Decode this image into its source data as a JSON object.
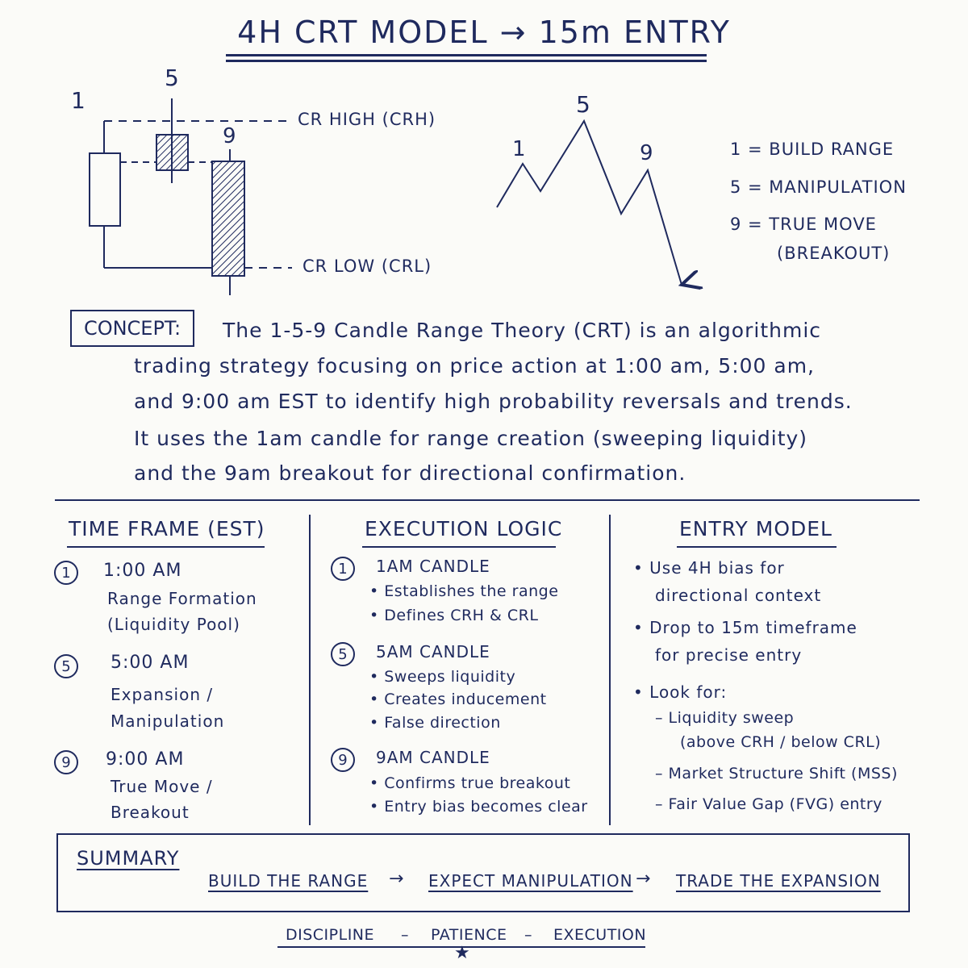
{
  "title": "4H CRT MODEL → 15m ENTRY",
  "candle_chart": {
    "numbers": [
      "1",
      "5",
      "9"
    ],
    "crh_label": "CR HIGH (CRH)",
    "crl_label": "CR LOW (CRL)"
  },
  "zigzag": {
    "labels": [
      "1",
      "5",
      "9"
    ]
  },
  "legend": [
    {
      "line1": "1 = BUILD RANGE"
    },
    {
      "line1": "5 = MANIPULATION"
    },
    {
      "line1": "9 = TRUE MOVE",
      "line2": "(BREAKOUT)"
    }
  ],
  "concept": {
    "label": "CONCEPT:",
    "lines": [
      "The 1-5-9 Candle Range Theory (CRT) is an algorithmic",
      "trading strategy focusing on price action at 1:00 am, 5:00 am,",
      "and 9:00 am EST to identify high probability reversals and trends.",
      "It uses the 1am candle for range creation (sweeping liquidity)",
      "and the 9am breakout for directional confirmation."
    ]
  },
  "time_frame": {
    "heading": "TIME FRAME (EST)",
    "items": [
      {
        "num": "1",
        "time": "1:00 AM",
        "desc1": "Range Formation",
        "desc2": "(Liquidity Pool)"
      },
      {
        "num": "5",
        "time": "5:00 AM",
        "desc1": "Expansion /",
        "desc2": "Manipulation"
      },
      {
        "num": "9",
        "time": "9:00 AM",
        "desc1": "True Move /",
        "desc2": "Breakout"
      }
    ]
  },
  "execution_logic": {
    "heading": "EXECUTION LOGIC",
    "items": [
      {
        "num": "1",
        "title": "1AM CANDLE",
        "bullets": [
          "• Establishes the range",
          "• Defines CRH & CRL"
        ]
      },
      {
        "num": "5",
        "title": "5AM CANDLE",
        "bullets": [
          "• Sweeps liquidity",
          "• Creates inducement",
          "• False direction"
        ]
      },
      {
        "num": "9",
        "title": "9AM CANDLE",
        "bullets": [
          "• Confirms true breakout",
          "• Entry bias becomes clear"
        ]
      }
    ]
  },
  "entry_model": {
    "heading": "ENTRY MODEL",
    "b1": [
      "• Use 4H bias for",
      "directional context"
    ],
    "b2": [
      "• Drop to 15m timeframe",
      "for precise entry"
    ],
    "b3": "• Look for:",
    "subs": [
      "– Liquidity sweep",
      "(above CRH / below CRL)",
      "– Market Structure Shift (MSS)",
      "– Fair Value Gap (FVG) entry"
    ]
  },
  "summary": {
    "label": "SUMMARY",
    "steps": [
      "BUILD THE RANGE",
      "EXPECT MANIPULATION",
      "TRADE THE EXPANSION"
    ],
    "arrow": "→"
  },
  "footer": {
    "words": [
      "DISCIPLINE",
      "PATIENCE",
      "EXECUTION"
    ],
    "sep": "–",
    "star": "★"
  },
  "colors": {
    "ink": "#1f2a5e",
    "paper": "#fbfbf8"
  }
}
